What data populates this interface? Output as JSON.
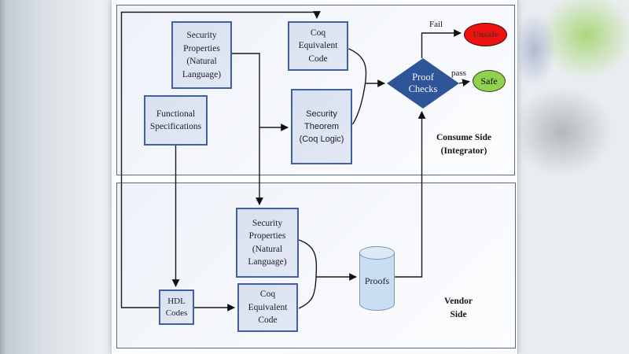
{
  "diagram": {
    "regions": {
      "consume": {
        "label_lines": [
          "Consume Side",
          "(Integrator)"
        ]
      },
      "vendor": {
        "label_lines": [
          "Vendor",
          "Side"
        ]
      }
    },
    "nodes": {
      "sec_props_top": {
        "lines": [
          "Security",
          "Properties",
          "(Natural",
          "Language)"
        ]
      },
      "func_specs": {
        "lines": [
          "Functional",
          "Specifications"
        ]
      },
      "coq_equiv_top": {
        "lines": [
          "Coq",
          "Equivalent",
          "Code"
        ]
      },
      "sec_theorem": {
        "lines": [
          "Security",
          "Theorem",
          "(Coq Logic)"
        ]
      },
      "proof_checks": {
        "lines": [
          "Proof",
          "Checks"
        ]
      },
      "unsafe": {
        "label": "Unsafe"
      },
      "safe": {
        "label": "Safe"
      },
      "sec_props_bottom": {
        "lines": [
          "Security",
          "Properties",
          "(Natural",
          "Language)"
        ]
      },
      "coq_equiv_bottom": {
        "lines": [
          "Coq",
          "Equivalent",
          "Code"
        ]
      },
      "hdl_codes": {
        "lines": [
          "HDL",
          "Codes"
        ]
      },
      "proofs": {
        "label": "Proofs"
      }
    },
    "edge_labels": {
      "fail": "Fail",
      "pass": "pass"
    },
    "colors": {
      "node_fill": "#dee5f2",
      "node_border": "#41609f",
      "diamond_fill": "#2e5597",
      "unsafe_fill": "#ee1311",
      "unsafe_text": "#6e2a1f",
      "safe_fill": "#92d050",
      "cylinder_fill": "#c9def1",
      "container_border": "#5c6b7a",
      "wire": "#1a1a1a"
    }
  }
}
